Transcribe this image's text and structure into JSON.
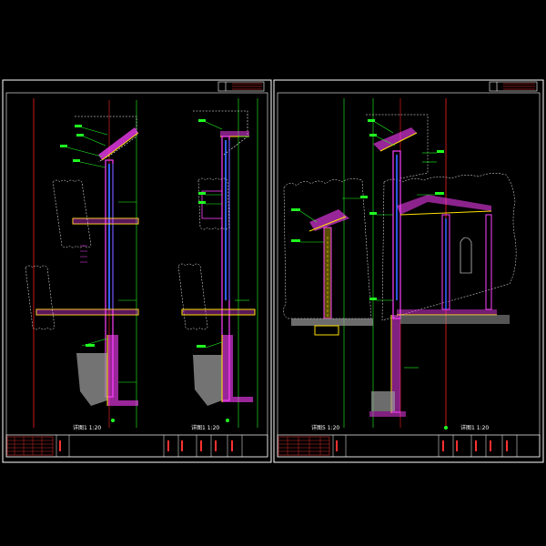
{
  "sheets": [
    {
      "id": "left-sheet",
      "detail_titles": [
        "详图1 1:20",
        "详图1 1:20"
      ]
    },
    {
      "id": "right-sheet",
      "detail_titles": [
        "详图5 1:20",
        "详图1 1:20"
      ]
    }
  ],
  "colors": {
    "background": "#000000",
    "frame": "#ffffff",
    "axis_red": "#ff2020",
    "axis_green": "#20ff20",
    "wall_magenta": "#ff40ff",
    "wall_yellow": "#ffe000",
    "glass_blue": "#3060ff",
    "annotation_green": "#20ff20",
    "dimension_cyan": "#30e0e0",
    "hatch_gray": "#9a9a9a",
    "title_block_red": "#ff3030"
  }
}
